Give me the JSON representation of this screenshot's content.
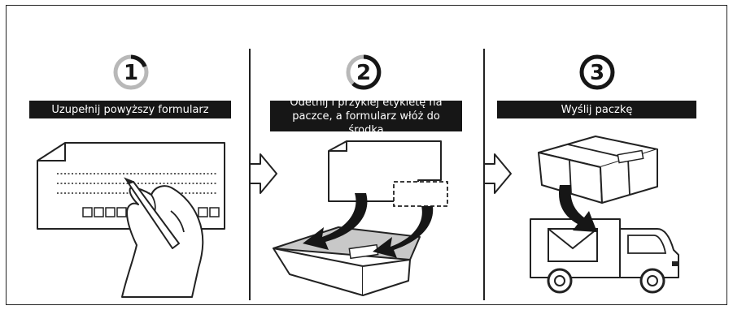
{
  "steps": [
    {
      "number": "1",
      "label": "Uzupełnij powyższy formularz"
    },
    {
      "number": "2",
      "label": "Odetnij i przyklej etykietę na paczce, a formularz włóż do środka"
    },
    {
      "number": "3",
      "label": "Wyślij paczkę"
    }
  ],
  "colors": {
    "ink": "#161616",
    "ring_light": "#b8b8b8",
    "box_interior": "#c8c8c8"
  }
}
